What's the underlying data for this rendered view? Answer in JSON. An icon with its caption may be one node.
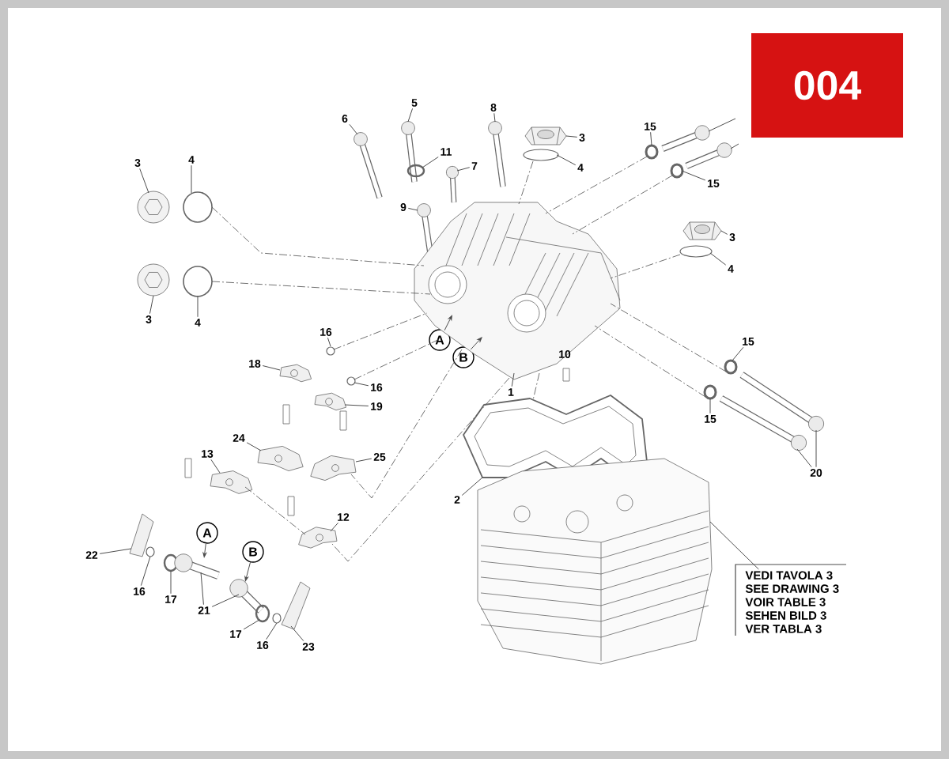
{
  "diagram": {
    "nodes": [
      {
        "text": [
          "6"
        ]
      },
      {
        "text": [
          "5"
        ]
      },
      {
        "text": [
          "8"
        ]
      },
      {
        "text": [
          "3"
        ]
      },
      {
        "text": [
          "15"
        ]
      },
      {
        "text": [
          "11"
        ]
      },
      {
        "text": [
          "4"
        ]
      },
      {
        "text": [
          "7"
        ]
      },
      {
        "text": [
          "3"
        ]
      },
      {
        "text": [
          "4"
        ]
      },
      {
        "text": [
          "15"
        ]
      },
      {
        "text": [
          "9"
        ]
      },
      {
        "text": [
          "3"
        ]
      },
      {
        "text": [
          "4"
        ]
      },
      {
        "text": [
          "3"
        ]
      },
      {
        "text": [
          "4"
        ]
      },
      {
        "text": [
          "16"
        ]
      },
      {
        "text": [
          "A"
        ]
      },
      {
        "text": [
          "15"
        ]
      },
      {
        "text": [
          "B"
        ]
      },
      {
        "text": [
          "18"
        ]
      },
      {
        "text": [
          "16"
        ]
      },
      {
        "text": [
          "1"
        ]
      },
      {
        "text": [
          "19"
        ]
      },
      {
        "text": [
          "15"
        ]
      },
      {
        "text": [
          "24"
        ]
      },
      {
        "text": [
          "13"
        ]
      },
      {
        "text": [
          "25"
        ]
      },
      {
        "text": [
          "20"
        ]
      },
      {
        "text": [
          "2"
        ]
      },
      {
        "text": [
          "12"
        ]
      },
      {
        "text": [
          "A"
        ]
      },
      {
        "text": [
          "B"
        ]
      },
      {
        "text": [
          "22"
        ]
      },
      {
        "text": [
          "VEDI TAVOLA 3",
          "SEE DRAWING 3",
          "VOIR TABLE 3",
          "SEHEN BILD 3",
          "VER TABLA 3"
        ]
      },
      {
        "text": [
          "16"
        ]
      },
      {
        "text": [
          "17"
        ]
      },
      {
        "text": [
          "21"
        ]
      },
      {
        "text": [
          "17"
        ]
      },
      {
        "text": [
          "16"
        ]
      },
      {
        "text": [
          "23"
        ]
      },
      {
        "text": [],
        "shape": "picture"
      },
      {
        "text": [],
        "shape": "picture"
      },
      {
        "text": [],
        "shape": "picture"
      },
      {
        "text": [],
        "shape": "picture"
      },
      {
        "text": [],
        "shape": "circle"
      },
      {
        "text": [],
        "shape": "circle"
      },
      {
        "text": [],
        "shape": "picture"
      },
      {
        "text": [],
        "shape": "picture"
      },
      {
        "text": [],
        "shape": "circle"
      },
      {
        "text": [],
        "shape": "circle"
      },
      {
        "text": [],
        "shape": "picture"
      },
      {
        "text": [],
        "shape": "circle"
      },
      {
        "text": [],
        "shape": "picture"
      },
      {
        "text": [],
        "shape": "picture"
      },
      {
        "text": [],
        "shape": "picture"
      },
      {
        "text": [],
        "shape": "circle"
      },
      {
        "text": [],
        "shape": "picture"
      },
      {
        "text": [],
        "shape": "circle"
      },
      {
        "text": [],
        "shape": "picture"
      },
      {
        "text": [],
        "shape": "circle"
      },
      {
        "text": [],
        "shape": "circle"
      },
      {
        "text": [],
        "shape": "picture"
      },
      {
        "text": [],
        "shape": "circle"
      },
      {
        "text": [],
        "shape": "picture"
      },
      {
        "text": [],
        "shape": "picture"
      },
      {
        "text": [],
        "shape": "circle"
      },
      {
        "text": [],
        "shape": "picture"
      },
      {
        "text": [],
        "shape": "picture"
      },
      {
        "text": [],
        "shape": "picture"
      },
      {
        "text": [],
        "shape": "picture"
      },
      {
        "text": [],
        "shape": "picture"
      },
      {
        "text": [],
        "shape": "picture"
      },
      {
        "text": [],
        "shape": "picture"
      },
      {
        "text": [],
        "shape": "picture"
      },
      {
        "text": [],
        "shape": "circle"
      },
      {
        "text": [],
        "shape": "circle"
      },
      {
        "text": [],
        "shape": "picture"
      },
      {
        "text": [],
        "shape": "picture"
      },
      {
        "text": [],
        "shape": "circle"
      },
      {
        "text": [],
        "shape": "circle"
      },
      {
        "text": [],
        "shape": "picture"
      }
    ],
    "edges": [
      {
        "from": 0,
        "to": 41,
        "arrow": "none"
      },
      {
        "from": 1,
        "to": 42,
        "arrow": "none"
      },
      {
        "from": 2,
        "to": 43,
        "arrow": "none"
      },
      {
        "from": 3,
        "to": 44,
        "arrow": "none"
      },
      {
        "from": 4,
        "to": 50,
        "arrow": "none"
      },
      {
        "from": 5,
        "to": 45,
        "arrow": "none"
      },
      {
        "from": 6,
        "to": 46,
        "arrow": "none"
      },
      {
        "from": 7,
        "to": 47,
        "arrow": "none"
      },
      {
        "from": 8,
        "to": 48,
        "arrow": "none"
      },
      {
        "from": 9,
        "to": 49,
        "arrow": "none"
      },
      {
        "from": 10,
        "to": 52,
        "arrow": "none"
      },
      {
        "from": 11,
        "to": 54,
        "arrow": "none"
      },
      {
        "from": 12,
        "to": 55,
        "arrow": "none"
      },
      {
        "from": 13,
        "to": 56,
        "arrow": "none"
      },
      {
        "from": 14,
        "to": 57,
        "arrow": "none"
      },
      {
        "from": 15,
        "to": 58,
        "arrow": "none"
      },
      {
        "from": 16,
        "to": 60,
        "arrow": "none"
      },
      {
        "from": 17,
        "to": 59,
        "arrow": "to"
      },
      {
        "from": 18,
        "to": 61,
        "arrow": "none"
      },
      {
        "from": 19,
        "to": 59,
        "arrow": "to"
      },
      {
        "from": 20,
        "to": 62,
        "arrow": "none"
      },
      {
        "from": 21,
        "to": 63,
        "arrow": "none"
      },
      {
        "from": 22,
        "to": 59,
        "arrow": "none"
      },
      {
        "from": 23,
        "to": 64,
        "arrow": "none"
      },
      {
        "from": 24,
        "to": 66,
        "arrow": "none"
      },
      {
        "from": 25,
        "to": 68,
        "arrow": "none"
      },
      {
        "from": 26,
        "to": 70,
        "arrow": "none"
      },
      {
        "from": 27,
        "to": 69,
        "arrow": "none"
      },
      {
        "from": 28,
        "to": 65,
        "arrow": "none"
      },
      {
        "from": 28,
        "to": 71,
        "arrow": "none"
      },
      {
        "from": 29,
        "to": 67,
        "arrow": "none"
      },
      {
        "from": 30,
        "to": 72,
        "arrow": "none"
      },
      {
        "from": 31,
        "to": 77,
        "arrow": "to"
      },
      {
        "from": 32,
        "to": 78,
        "arrow": "to"
      },
      {
        "from": 33,
        "to": 74,
        "arrow": "none"
      },
      {
        "from": 34,
        "to": 73,
        "arrow": "none"
      },
      {
        "from": 35,
        "to": 75,
        "arrow": "none"
      },
      {
        "from": 36,
        "to": 76,
        "arrow": "none"
      },
      {
        "from": 37,
        "to": 77,
        "arrow": "none"
      },
      {
        "from": 37,
        "to": 78,
        "arrow": "none"
      },
      {
        "from": 38,
        "to": 79,
        "arrow": "none"
      },
      {
        "from": 39,
        "to": 80,
        "arrow": "none"
      },
      {
        "from": 40,
        "to": 81,
        "arrow": "none"
      },
      {
        "from": null,
        "to": 51,
        "arrow": "none"
      },
      {
        "from": null,
        "to": 53,
        "arrow": "none"
      },
      {
        "from": 49,
        "to": 59,
        "arrow": "none",
        "style": "dashed"
      },
      {
        "from": 58,
        "to": 59,
        "arrow": "none",
        "style": "dashed"
      },
      {
        "from": 50,
        "to": 59,
        "arrow": "none",
        "style": "dashed"
      },
      {
        "from": 52,
        "to": 59,
        "arrow": "none",
        "style": "dashed"
      },
      {
        "from": 56,
        "to": 59,
        "arrow": "none",
        "style": "dashed"
      },
      {
        "from": 61,
        "to": 59,
        "arrow": "none",
        "style": "dashed"
      },
      {
        "from": 66,
        "to": 59,
        "arrow": "none",
        "style": "dashed"
      },
      {
        "from": 60,
        "to": 59,
        "arrow": "none",
        "style": "dashed"
      },
      {
        "from": 63,
        "to": 59,
        "arrow": "none",
        "style": "dashed"
      },
      {
        "from": 46,
        "to": 59,
        "arrow": "none",
        "style": "dashed"
      },
      {
        "from": 59,
        "to": 67,
        "arrow": "none",
        "style": "dashed"
      },
      {
        "from": 59,
        "to": 69,
        "arrow": "none",
        "style": "dashed"
      },
      {
        "from": 59,
        "to": 72,
        "arrow": "none",
        "style": "dashed"
      },
      {
        "from": 70,
        "to": 72,
        "arrow": "none",
        "style": "dashed"
      }
    ],
    "labels": [
      "004",
      "10"
    ]
  }
}
